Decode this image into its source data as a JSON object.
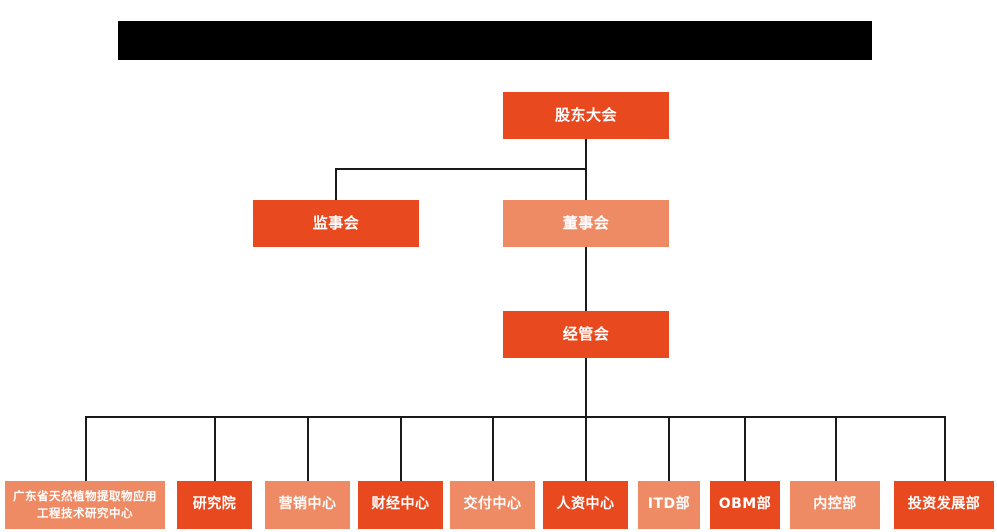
{
  "chart_data": {
    "type": "diagram",
    "title": "",
    "diagram_kind": "organization-chart",
    "orientation": "top-down",
    "levels": 4,
    "colors": {
      "background": "#ffffff",
      "accent_dark": "#E8491F",
      "accent_light": "#EE8A64",
      "connector": "#1a1a1a",
      "redaction_bar": "#000000",
      "node_text": "#ffffff"
    },
    "nodes": [
      {
        "id": "shareholders",
        "label": "股东大会",
        "level": 1,
        "tone": "dark"
      },
      {
        "id": "supervisors",
        "label": "监事会",
        "level": 2,
        "tone": "dark"
      },
      {
        "id": "board",
        "label": "董事会",
        "level": 2,
        "tone": "light"
      },
      {
        "id": "management",
        "label": "经管会",
        "level": 3,
        "tone": "dark"
      },
      {
        "id": "research-center",
        "label": "广东省天然植物提取物应用工程技术研究中心",
        "level": 4,
        "tone": "light"
      },
      {
        "id": "institute",
        "label": "研究院",
        "level": 4,
        "tone": "dark"
      },
      {
        "id": "marketing",
        "label": "营销中心",
        "level": 4,
        "tone": "light"
      },
      {
        "id": "finance",
        "label": "财经中心",
        "level": 4,
        "tone": "dark"
      },
      {
        "id": "delivery",
        "label": "交付中心",
        "level": 4,
        "tone": "light"
      },
      {
        "id": "hr",
        "label": "人资中心",
        "level": 4,
        "tone": "dark"
      },
      {
        "id": "itd",
        "label": "ITD部",
        "level": 4,
        "tone": "light"
      },
      {
        "id": "obm",
        "label": "OBM部",
        "level": 4,
        "tone": "dark"
      },
      {
        "id": "internal-control",
        "label": "内控部",
        "level": 4,
        "tone": "light"
      },
      {
        "id": "investment",
        "label": "投资发展部",
        "level": 4,
        "tone": "dark"
      }
    ],
    "edges": [
      {
        "from": "shareholders",
        "to": "supervisors"
      },
      {
        "from": "shareholders",
        "to": "board"
      },
      {
        "from": "board",
        "to": "management"
      },
      {
        "from": "management",
        "to": "research-center"
      },
      {
        "from": "management",
        "to": "institute"
      },
      {
        "from": "management",
        "to": "marketing"
      },
      {
        "from": "management",
        "to": "finance"
      },
      {
        "from": "management",
        "to": "delivery"
      },
      {
        "from": "management",
        "to": "hr"
      },
      {
        "from": "management",
        "to": "itd"
      },
      {
        "from": "management",
        "to": "obm"
      },
      {
        "from": "management",
        "to": "internal-control"
      },
      {
        "from": "management",
        "to": "investment"
      }
    ]
  },
  "header": {
    "redacted_bar_label": ""
  },
  "level1": {
    "shareholders": "股东大会"
  },
  "level2": {
    "supervisors": "监事会",
    "board": "董事会"
  },
  "level3": {
    "management": "经管会"
  },
  "departments": [
    {
      "label": "广东省天然植物提取物应用工程技术研究中心"
    },
    {
      "label": "研究院"
    },
    {
      "label": "营销中心"
    },
    {
      "label": "财经中心"
    },
    {
      "label": "交付中心"
    },
    {
      "label": "人资中心"
    },
    {
      "label": "ITD部"
    },
    {
      "label": "OBM部"
    },
    {
      "label": "内控部"
    },
    {
      "label": "投资发展部"
    }
  ]
}
